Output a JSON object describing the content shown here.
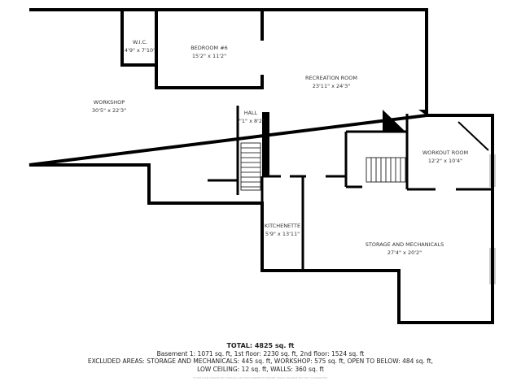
{
  "rooms": [
    {
      "name": "W.I.C.",
      "dims": "4'9\" x 7'10\""
    },
    {
      "name": "BEDROOM #6",
      "dims": "15'2\" x 11'2\""
    },
    {
      "name": "RECREATION ROOM",
      "dims": "23'11\" x 24'3\""
    },
    {
      "name": "WORKSHOP",
      "dims": "30'5\" x 22'3\""
    },
    {
      "name": "HALL",
      "dims": "7'1\" x 8'2\""
    },
    {
      "name": "WORKOUT ROOM",
      "dims": "12'2\" x 10'4\""
    },
    {
      "name": "KITCHENETTE",
      "dims": "5'9\" x 13'11\""
    },
    {
      "name": "STORAGE AND MECHANICALS",
      "dims": "27'4\" x 20'2\""
    }
  ],
  "summary": {
    "total": "TOTAL: 4825 sq. ft",
    "floors": "Basement 1: 1071 sq. ft, 1st floor: 2230 sq. ft, 2nd floor: 1524 sq. ft",
    "excluded_1": "EXCLUDED AREAS: STORAGE AND MECHANICALS: 445 sq. ft, WORKSHOP: 575 sq. ft, OPEN TO BELOW: 484 sq. ft,",
    "excluded_2": "LOW CEILING: 12 sq. ft, WALLS: 360 sq. ft"
  },
  "credit": "FLOOR PLAN CREATED BY CUBICASA APP. MEASUREMENTS DEEMED HIGHLY RELIABLE BUT NOT GUARANTEED.",
  "colors": {
    "wall": "#000000",
    "background": "#ffffff"
  }
}
